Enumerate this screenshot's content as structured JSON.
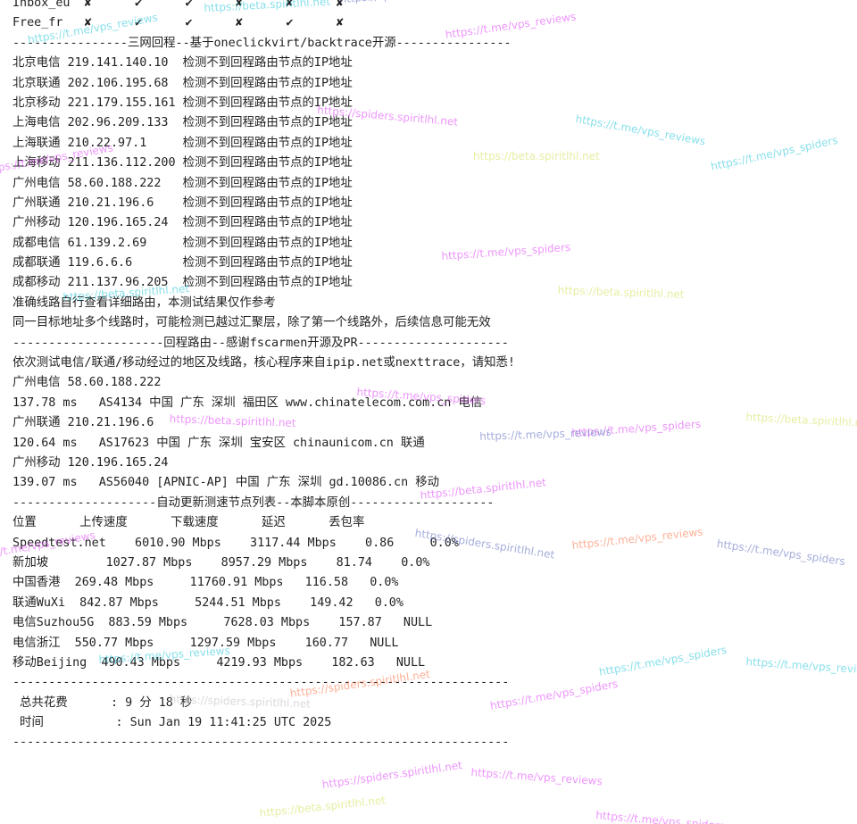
{
  "terminal": {
    "lines": [
      "Inbox_eu  ✘      ✔      ✔      ✘      ✘      ✘",
      "Free_fr   ✘      ✔      ✔      ✘      ✔      ✘",
      "----------------三网回程--基于oneclickvirt/backtrace开源----------------",
      "北京电信 219.141.140.10  检测不到回程路由节点的IP地址",
      "北京联通 202.106.195.68  检测不到回程路由节点的IP地址",
      "北京移动 221.179.155.161 检测不到回程路由节点的IP地址",
      "上海电信 202.96.209.133  检测不到回程路由节点的IP地址",
      "上海联通 210.22.97.1     检测不到回程路由节点的IP地址",
      "上海移动 211.136.112.200 检测不到回程路由节点的IP地址",
      "广州电信 58.60.188.222   检测不到回程路由节点的IP地址",
      "广州联通 210.21.196.6    检测不到回程路由节点的IP地址",
      "广州移动 120.196.165.24  检测不到回程路由节点的IP地址",
      "成都电信 61.139.2.69     检测不到回程路由节点的IP地址",
      "成都联通 119.6.6.6       检测不到回程路由节点的IP地址",
      "成都移动 211.137.96.205  检测不到回程路由节点的IP地址",
      "准确线路自行查看详细路由，本测试结果仅作参考",
      "同一目标地址多个线路时，可能检测已越过汇聚层，除了第一个线路外，后续信息可能无效",
      "---------------------回程路由--感谢fscarmen开源及PR---------------------",
      "依次测试电信/联通/移动经过的地区及线路，核心程序来自ipip.net或nexttrace，请知悉!",
      "广州电信 58.60.188.222",
      "137.78 ms   AS4134 中国 广东 深圳 福田区 www.chinatelecom.com.cn 电信",
      "广州联通 210.21.196.6",
      "120.64 ms   AS17623 中国 广东 深圳 宝安区 chinaunicom.cn 联通",
      "广州移动 120.196.165.24",
      "139.07 ms   AS56040 [APNIC-AP] 中国 广东 深圳 gd.10086.cn 移动",
      "--------------------自动更新测速节点列表--本脚本原创--------------------",
      "位置      上传速度      下载速度      延迟      丢包率",
      "Speedtest.net    6010.90 Mbps    3117.44 Mbps    0.86     0.0%",
      "新加坡        1027.87 Mbps    8957.29 Mbps    81.74    0.0%",
      "中国香港  269.48 Mbps     11760.91 Mbps   116.58   0.0%",
      "联通WuXi  842.87 Mbps     5244.51 Mbps    149.42   0.0%",
      "电信Suzhou5G  883.59 Mbps     7628.03 Mbps    157.87   NULL",
      "电信浙江  550.77 Mbps     1297.59 Mbps    160.77   NULL",
      "移动Beijing  490.43 Mbps     4219.93 Mbps    182.63   NULL",
      "---------------------------------------------------------------------",
      " 总共花费      : 9 分 18 秒",
      " 时间          : Sun Jan 19 11:41:25 UTC 2025",
      "---------------------------------------------------------------------"
    ]
  },
  "watermarks": [
    "https://t.me/vps_reviews",
    "https://beta.spiritlhl.net",
    "https://spiders.spiritlhl.net",
    "https://t.me/vps_spiders"
  ],
  "colors": {
    "text": "#222222",
    "background": "#ffffff",
    "watermark_pink": "#e040fb",
    "watermark_blue": "#5c6bc0",
    "watermark_cyan": "#26c6da",
    "watermark_yellow": "#d4e157",
    "watermark_orange": "#ff7043"
  }
}
